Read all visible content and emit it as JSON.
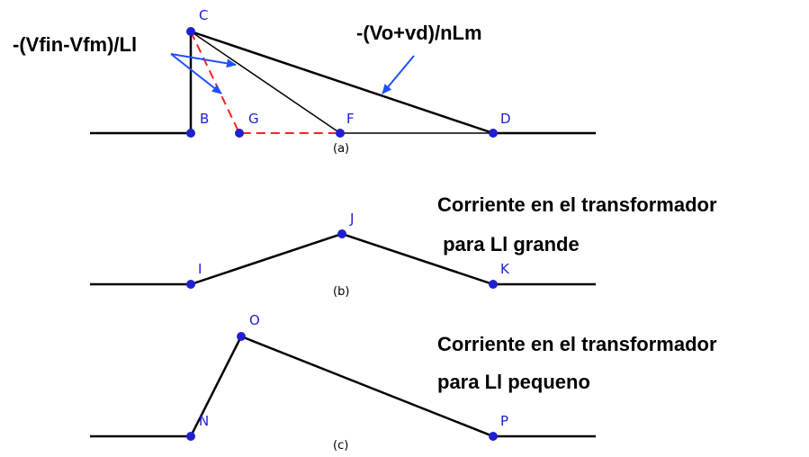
{
  "annotations": {
    "slope_left": "-(Vfin-Vfm)/Ll",
    "slope_right": "-(Vo+vd)/nLm"
  },
  "captions": {
    "a": "(a)",
    "b": "(b)",
    "c": "(c)"
  },
  "descriptions": {
    "b_line1": "Corriente en el transformador",
    "b_line2": " para Ll grande",
    "c_line1": "Corriente en el transformador",
    "c_line2": "para Ll pequeno"
  },
  "points": {
    "C": "C",
    "B": "B",
    "G": "G",
    "F": "F",
    "D": "D",
    "I": "I",
    "J": "J",
    "K": "K",
    "O": "O",
    "N": "N",
    "P": "P"
  },
  "colors": {
    "line": "#000000",
    "point": "#1f1fd0",
    "dashed": "#ff2020",
    "arrow": "#1f4fff"
  }
}
